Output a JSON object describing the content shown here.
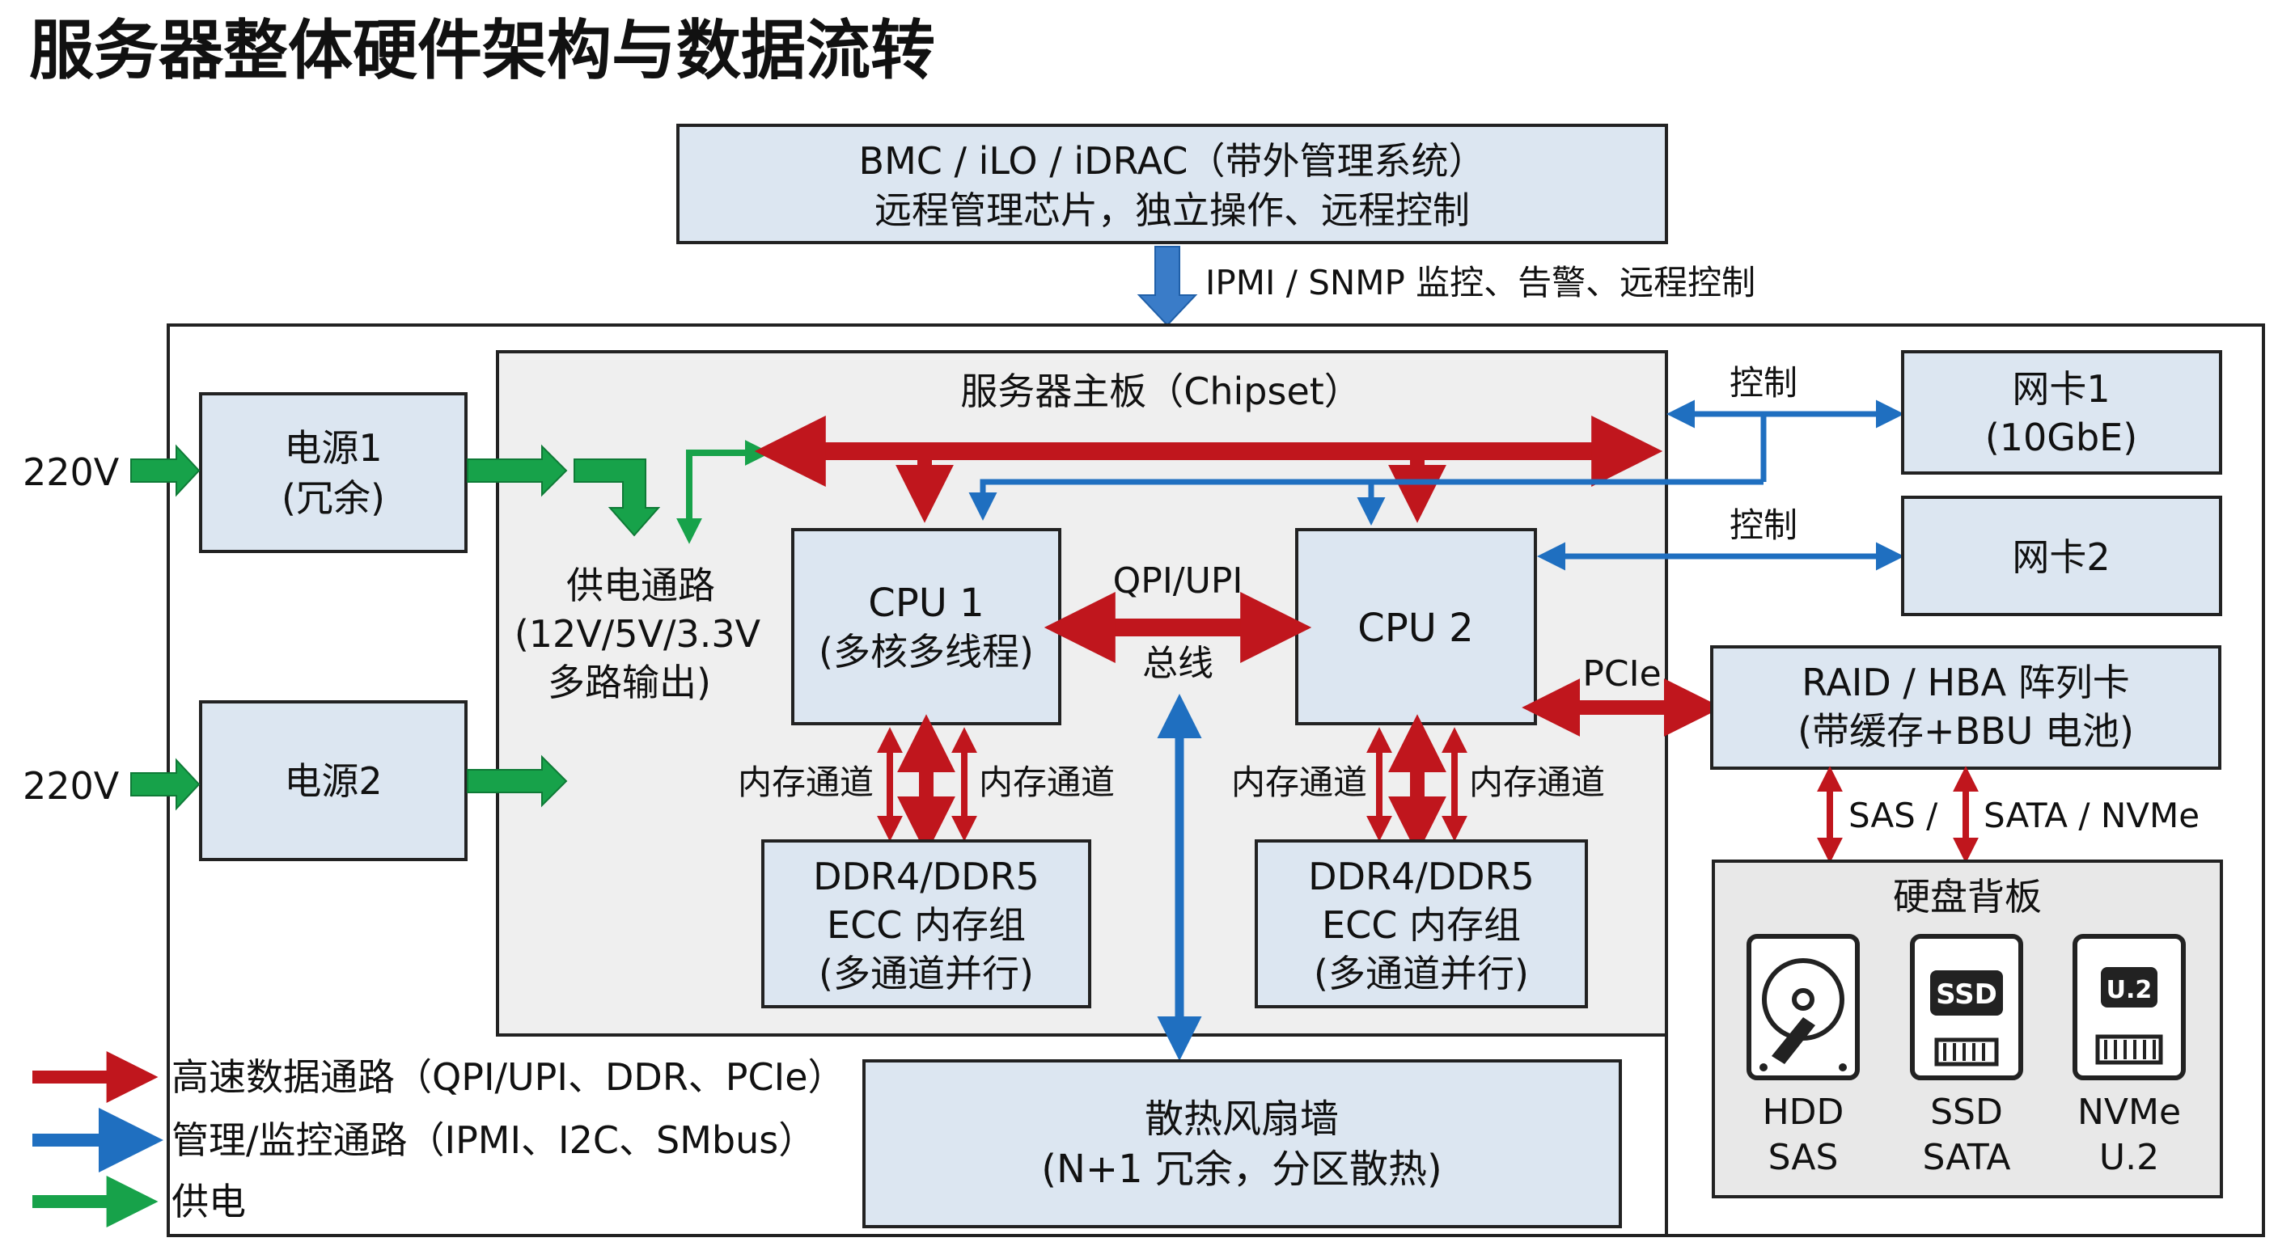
{
  "title": "服务器整体硬件架构与数据流转",
  "colors": {
    "box_fill": "#dce6f1",
    "board_fill": "#efefef",
    "box_stroke": "#222222",
    "high_speed": "#c0161d",
    "management": "#1f6fc0",
    "power": "#17a24a"
  },
  "bmc": {
    "line1": "BMC / iLO / iDRAC（带外管理系统）",
    "line2": "远程管理芯片，独立操作、远程控制",
    "link_label": "IPMI / SNMP 监控、告警、远程控制"
  },
  "power": {
    "input1": "220V",
    "input2": "220V",
    "psu1": [
      "电源1",
      "(冗余)"
    ],
    "psu2": "电源2",
    "rail": [
      "供电通路",
      "(12V/5V/3.3V",
      "多路输出)"
    ]
  },
  "board": {
    "title": "服务器主板（Chipset）",
    "cpu1": [
      "CPU 1",
      "(多核多线程)"
    ],
    "cpu2": "CPU 2",
    "interconnect": [
      "QPI/UPI",
      "总线"
    ],
    "mem_channel": "内存通道",
    "memory": [
      "DDR4/DDR5",
      "ECC 内存组",
      "(多通道并行)"
    ],
    "pcie": "PCIe"
  },
  "nics": {
    "nic1": [
      "网卡1",
      "(10GbE)"
    ],
    "nic2": "网卡2",
    "control": "控制"
  },
  "raid": {
    "lines": [
      "RAID / HBA 阵列卡",
      "(带缓存+BBU 电池)"
    ],
    "link_sas": "SAS /",
    "link_other": "SATA / NVMe"
  },
  "backplane": {
    "title": "硬盘背板",
    "drives": [
      {
        "badge": "",
        "label": [
          "HDD",
          "SAS"
        ],
        "icon": "hdd-icon"
      },
      {
        "badge": "SSD",
        "label": [
          "SSD",
          "SATA"
        ],
        "icon": "ssd-icon"
      },
      {
        "badge": "U.2",
        "label": [
          "NVMe",
          "U.2"
        ],
        "icon": "nvme-icon"
      }
    ]
  },
  "fan": {
    "line1": "散热风扇墙",
    "line2": "(N+1 冗余，分区散热)"
  },
  "legend": [
    {
      "label": "高速数据通路（QPI/UPI、DDR、PCIe）",
      "color": "#c0161d"
    },
    {
      "label": "管理/监控通路（IPMI、I2C、SMbus）",
      "color": "#1f6fc0"
    },
    {
      "label": "供电",
      "color": "#17a24a"
    }
  ]
}
